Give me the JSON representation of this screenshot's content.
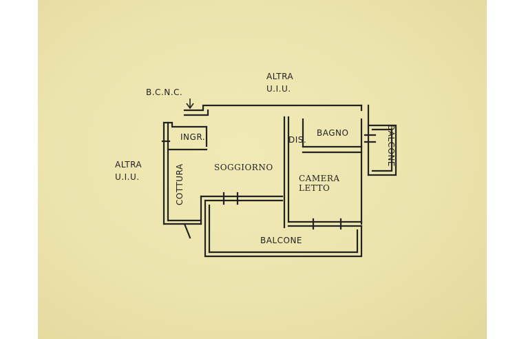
{
  "labels": {
    "altra_top_line1": "ALTRA",
    "altra_top_line2": "U.I.U.",
    "bcnc": "B.C.N.C.",
    "altra_left_line1": "ALTRA",
    "altra_left_line2": "U.I.U.",
    "ingr": "INGR.",
    "dis": "DIS.",
    "bagno": "BAGNO",
    "soggiorno": "SOGGIORNO",
    "camera_line1": "CAMERA",
    "camera_line2": "LETTO",
    "cottura": "COTTURA",
    "balcone_bottom": "BALCONE",
    "balcone_right": "BALCONE"
  },
  "colors": {
    "paper": "#ede5ae",
    "ink": "#1f1f1f"
  }
}
